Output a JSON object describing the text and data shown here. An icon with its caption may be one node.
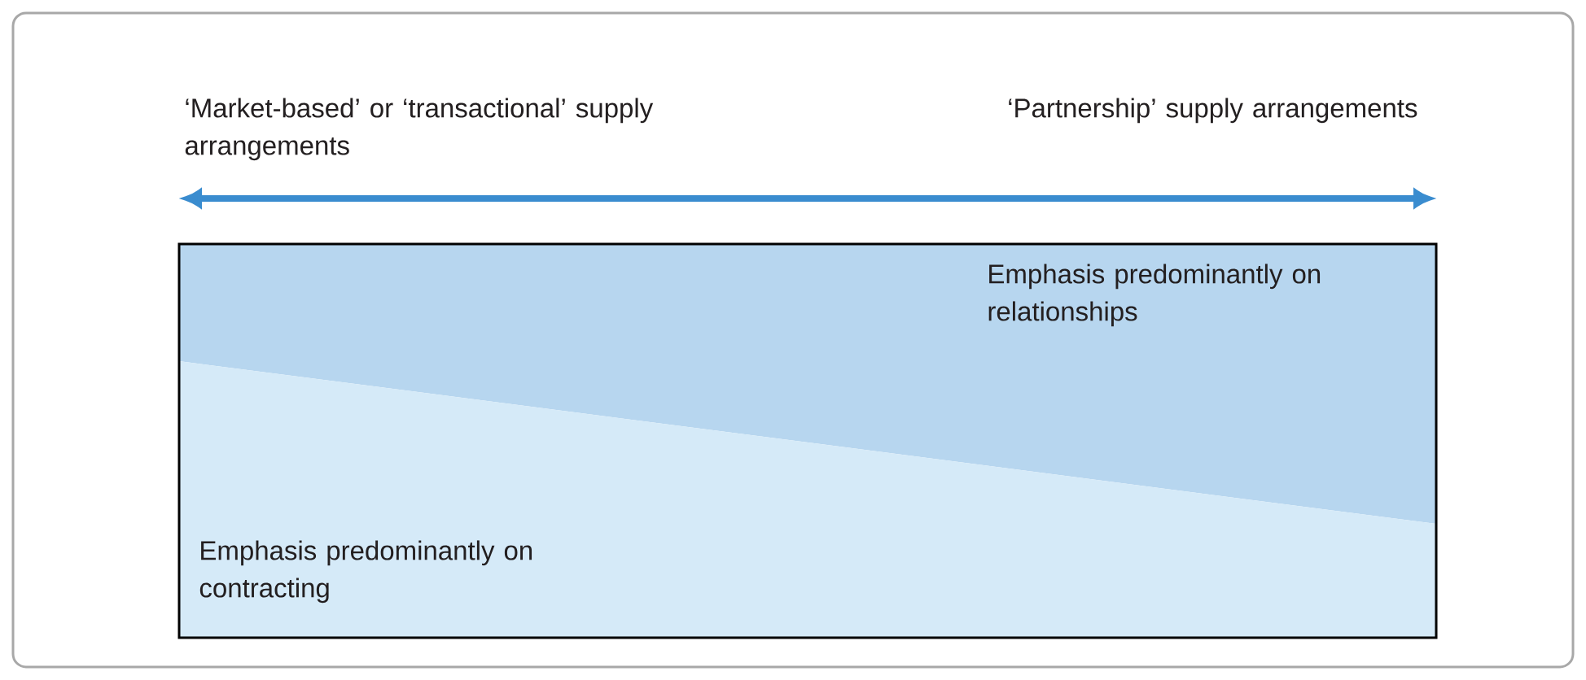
{
  "diagram": {
    "nodes": [
      {
        "text": [
          "Emphasis predominantly on relationships"
        ]
      },
      {
        "text": [
          "Emphasis predominantly on contracting"
        ]
      }
    ],
    "labels": [
      "‘Market-based’ or ‘transactional’ supply arrangements",
      "‘Partnership’ supply arrangements"
    ]
  }
}
